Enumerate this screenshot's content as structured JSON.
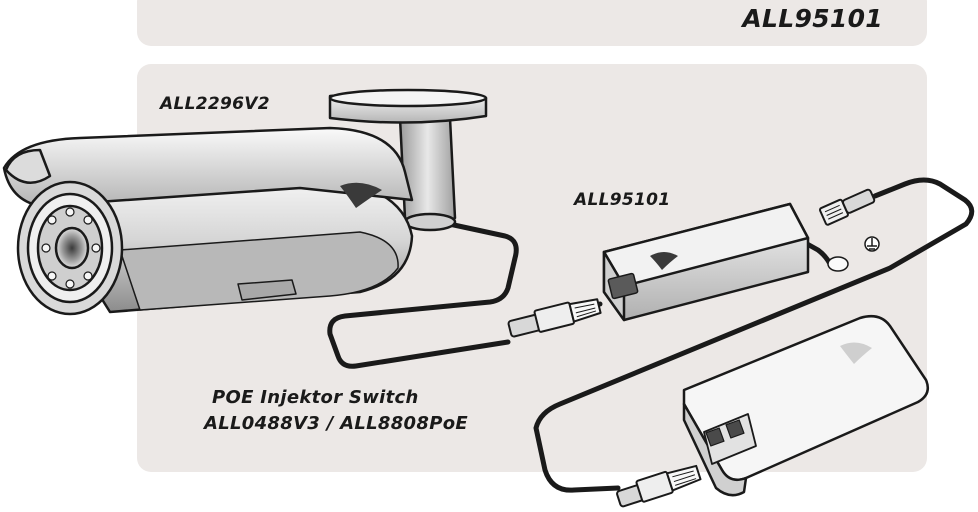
{
  "header": {
    "model": "ALL95101"
  },
  "camera": {
    "model": "ALL2296V2"
  },
  "splitter": {
    "model": "ALL95101"
  },
  "poe_switch": {
    "title": "POE Injektor Switch",
    "models": "ALL0488V3 / ALL8808PoE"
  },
  "colors": {
    "panel_bg": "#ece8e6",
    "outline": "#1a1a1a",
    "metal_light": "#f2f2f2",
    "metal_mid": "#c8c8c8",
    "metal_dark": "#8a8a8a",
    "cable": "#2a2a2a"
  },
  "icons": [
    "camera-icon",
    "poe-splitter-icon",
    "poe-switch-icon",
    "rj45-plug-icon",
    "ground-icon"
  ]
}
